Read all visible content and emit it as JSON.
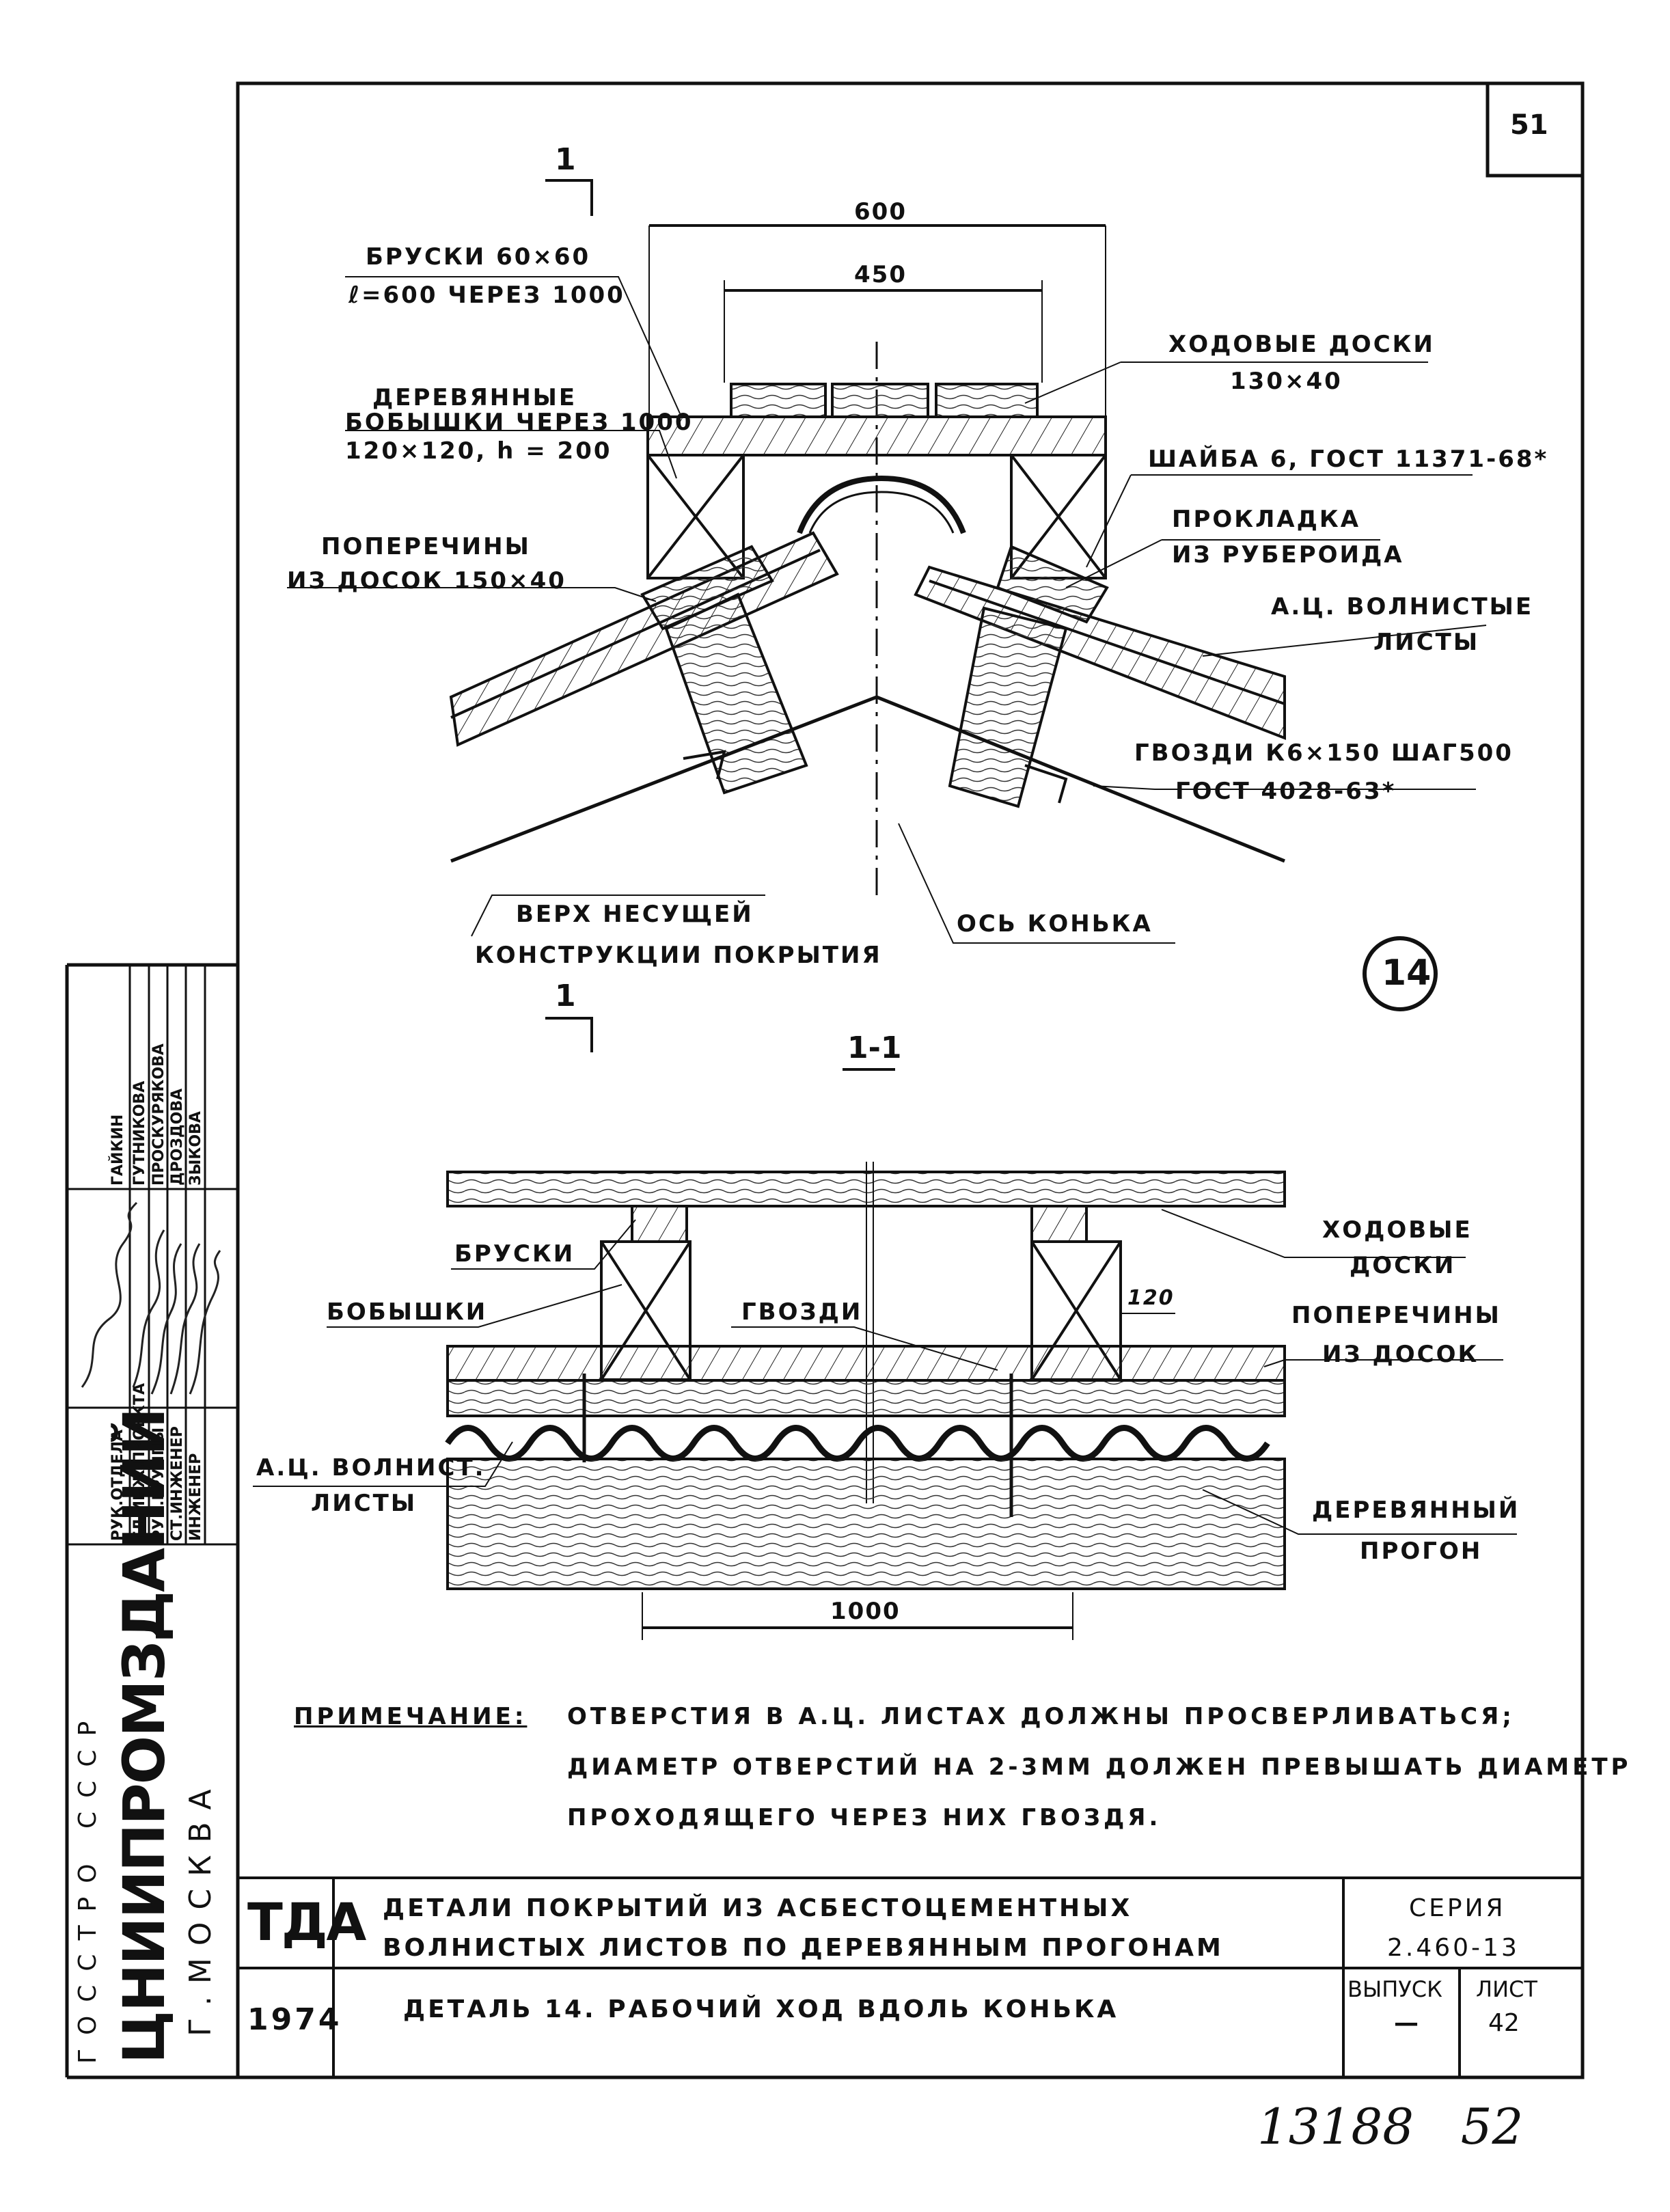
{
  "sheet": {
    "corner_page_number": "51",
    "section_marker": "1",
    "detail_number": "14",
    "section_title": "1-1",
    "bottom_handwritten": "13188   52"
  },
  "upper_view": {
    "dim_600": "600",
    "dim_450": "450",
    "bruski_line1": "БРУСКИ 60×60",
    "bruski_line2": "ℓ=600 ЧЕРЕЗ 1000",
    "khodovye_line1": "ХОДОВЫЕ ДОСКИ",
    "khodovye_line2": "130×40",
    "bobyshki_line1": "ДЕРЕВЯННЫЕ",
    "bobyshki_line2": "БОБЫШКИ ЧЕРЕЗ 1000",
    "bobyshki_line3": "120×120, h = 200",
    "shaiba": "ШАЙБА 6, ГОСТ 11371-68*",
    "prokladka_line1": "ПРОКЛАДКА",
    "prokladka_line2": "ИЗ РУБЕРОИДА",
    "poperechiny_line1": "ПОПЕРЕЧИНЫ",
    "poperechiny_line2": "ИЗ ДОСОК 150×40",
    "listy_line1": "А.Ц. ВОЛНИСТЫЕ",
    "listy_line2": "ЛИСТЫ",
    "gvozdi_line1": "ГВОЗДИ К6×150 ШАГ500",
    "gvozdi_line2": "ГОСТ 4028-63*",
    "verkh_line1": "ВЕРХ НЕСУЩЕЙ",
    "verkh_line2": "КОНСТРУКЦИИ ПОКРЫТИЯ",
    "os_konka": "ОСЬ КОНЬКА"
  },
  "section_view": {
    "bruski": "БРУСКИ",
    "bobyshki": "БОБЫШКИ",
    "gvozdi": "ГВОЗДИ",
    "dim_120": "120",
    "khodovye_line1": "ХОДОВЫЕ",
    "khodovye_line2": "ДОСКИ",
    "poperechiny_line1": "ПОПЕРЕЧИНЫ",
    "poperechiny_line2": "ИЗ ДОСОК",
    "listy_line1": "А.Ц. ВОЛНИСТ.",
    "listy_line2": "ЛИСТЫ",
    "progon_line1": "ДЕРЕВЯННЫЙ",
    "progon_line2": "ПРОГОН",
    "dim_1000": "1000"
  },
  "note": {
    "heading": "ПРИМЕЧАНИЕ:",
    "line1": "ОТВЕРСТИЯ В А.Ц. ЛИСТАХ ДОЛЖНЫ ПРОСВЕРЛИВАТЬСЯ;",
    "line2": "ДИАМЕТР ОТВЕРСТИЙ НА 2-3ММ ДОЛЖЕН ПРЕВЫШАТЬ ДИАМЕТР",
    "line3": "ПРОХОДЯЩЕГО ЧЕРЕЗ НИХ ГВОЗДЯ."
  },
  "title_block": {
    "logo": "ТДА",
    "year": "1974",
    "title_line1": "ДЕТАЛИ ПОКРЫТИЙ ИЗ АСБЕСТОЦЕМЕНТНЫХ",
    "title_line2": "ВОЛНИСТЫХ ЛИСТОВ ПО ДЕРЕВЯННЫМ ПРОГОНАМ",
    "series_label": "СЕРИЯ",
    "series_value": "2.460-13",
    "detail_title": "ДЕТАЛЬ 14. РАБОЧИЙ ХОД ВДОЛЬ КОНЬКА",
    "vypusk_label": "ВЫПУСК",
    "vypusk_value": "—",
    "list_label": "ЛИСТ",
    "list_value": "42"
  },
  "side_stamp": {
    "gosstroy": "ГОССТРО СССР",
    "org": "ЦНИИПРОМЗДАНИЙ",
    "city": "Г.МОСКВА",
    "roles": [
      "РУК.ОТДЕЛА",
      "ГЛ.ИНЖ.ПРОЕКТА",
      "РУК.ГРУППЫ",
      "СТ.ИНЖЕНЕР",
      "ИНЖЕНЕР"
    ],
    "names": [
      "ГАЙКИН",
      "ГУТНИКОВА",
      "ПРОСКУРЯКОВА",
      "ДРОЗДОВА",
      "ЗЫКОВА"
    ]
  }
}
